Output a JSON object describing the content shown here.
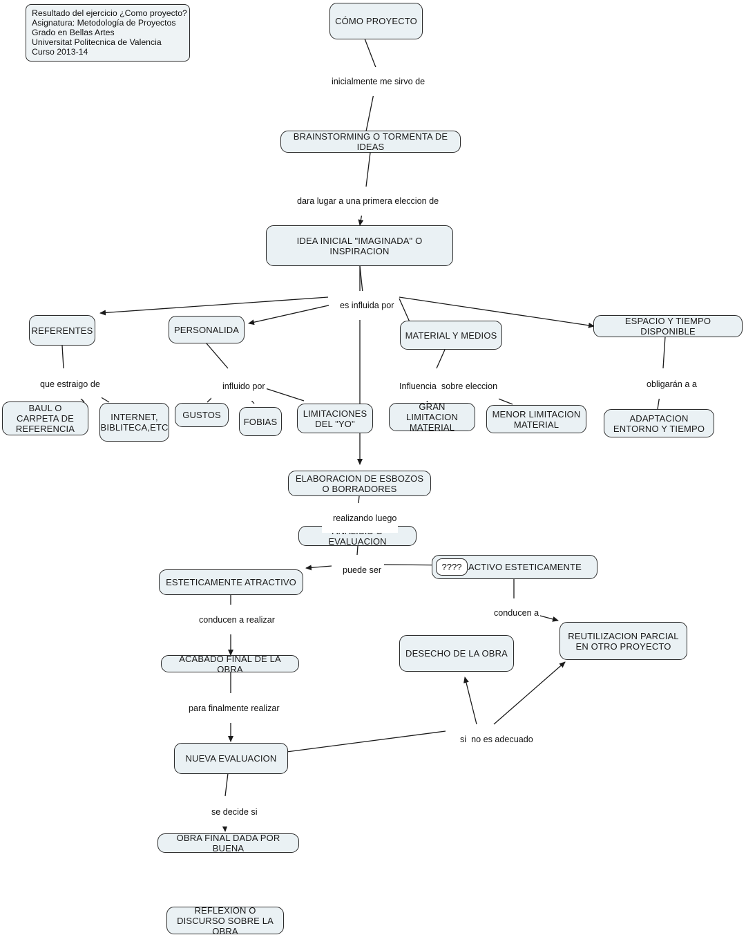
{
  "diagram": {
    "title": "CÓMO PROYECTO concept map",
    "colors": {
      "node_fill": "#eaf1f4",
      "node_border": "#2b2b2b",
      "edge": "#1a1a1a",
      "background": "#ffffff",
      "text": "#1a1a1a"
    },
    "legend": {
      "lines": [
        "Resultado del ejercicio ¿Como proyecto?",
        "Asignatura: Metodología de Proyectos",
        "Grado en Bellas Artes",
        "Universitat Politecnica de Valencia",
        "Curso 2013-14"
      ]
    },
    "nodes": [
      {
        "id": "como_proyecto",
        "label": "CÓMO PROYECTO"
      },
      {
        "id": "brainstorming",
        "label": "BRAINSTORMING O TORMENTA DE IDEAS"
      },
      {
        "id": "idea_inicial",
        "label": "IDEA INICIAL \"IMAGINADA\" O INSPIRACION"
      },
      {
        "id": "referentes",
        "label": "REFERENTES"
      },
      {
        "id": "personalida",
        "label": "PERSONALIDA"
      },
      {
        "id": "material_medios",
        "label": "MATERIAL Y MEDIOS"
      },
      {
        "id": "espacio_tiempo",
        "label": "ESPACIO Y TIEMPO DISPONIBLE"
      },
      {
        "id": "baul_carpeta",
        "label": "BAUL O CARPETA DE REFERENCIA"
      },
      {
        "id": "internet",
        "label": "INTERNET, BIBLITECA,ETC"
      },
      {
        "id": "gustos",
        "label": "GUSTOS"
      },
      {
        "id": "fobias",
        "label": "FOBIAS"
      },
      {
        "id": "limitaciones_yo",
        "label": "LIMITACIONES DEL \"YO\""
      },
      {
        "id": "gran_limitacion",
        "label": "GRAN LIMITACION MATERIAL"
      },
      {
        "id": "menor_limitacion",
        "label": "MENOR LIMITACION MATERIAL"
      },
      {
        "id": "adaptacion_entorno",
        "label": "ADAPTACION ENTORNO Y TIEMPO"
      },
      {
        "id": "elaboracion_esbozos",
        "label": "ELABORACION DE ESBOZOS O BORRADORES"
      },
      {
        "id": "analisis_evaluacion",
        "label": "ANALISIS O EVALUACION"
      },
      {
        "id": "esteticamente_atr",
        "label": "ESTETICAMENTE ATRACTIVO"
      },
      {
        "id": "no_atractivo",
        "label": "ATRACTIVO ESTETICAMENTE"
      },
      {
        "id": "acabado_final",
        "label": "ACABADO FINAL DE LA OBRA"
      },
      {
        "id": "desecho_obra",
        "label": "DESECHO DE LA OBRA"
      },
      {
        "id": "reutilizacion",
        "label": "REUTILIZACION PARCIAL EN OTRO PROYECTO"
      },
      {
        "id": "nueva_evaluacion",
        "label": "NUEVA EVALUACION"
      },
      {
        "id": "obra_final",
        "label": "OBRA FINAL DADA POR BUENA"
      },
      {
        "id": "reflexion_discurso",
        "label": "REFLEXION O DISCURSO SOBRE LA OBRA"
      }
    ],
    "badges": [
      {
        "id": "unknown_badge",
        "label": "????"
      }
    ],
    "edge_labels": [
      {
        "id": "l1",
        "text": "inicialmente me sirvo de"
      },
      {
        "id": "l2",
        "text": "dara lugar a una primera eleccion de"
      },
      {
        "id": "l3",
        "text": "es influida por"
      },
      {
        "id": "l4",
        "text": "que estraigo de"
      },
      {
        "id": "l5",
        "text": "influido por"
      },
      {
        "id": "l6",
        "text": "Influencia  sobre eleccion"
      },
      {
        "id": "l7",
        "text": "obligarán a a"
      },
      {
        "id": "l8",
        "text": "realizando luego"
      },
      {
        "id": "l9",
        "text": "puede ser"
      },
      {
        "id": "l10",
        "text": "conducen a realizar"
      },
      {
        "id": "l11",
        "text": "conducen a"
      },
      {
        "id": "l12",
        "text": "para finalmente realizar"
      },
      {
        "id": "l13",
        "text": "si  no es adecuado"
      },
      {
        "id": "l14",
        "text": "se decide si"
      }
    ]
  }
}
